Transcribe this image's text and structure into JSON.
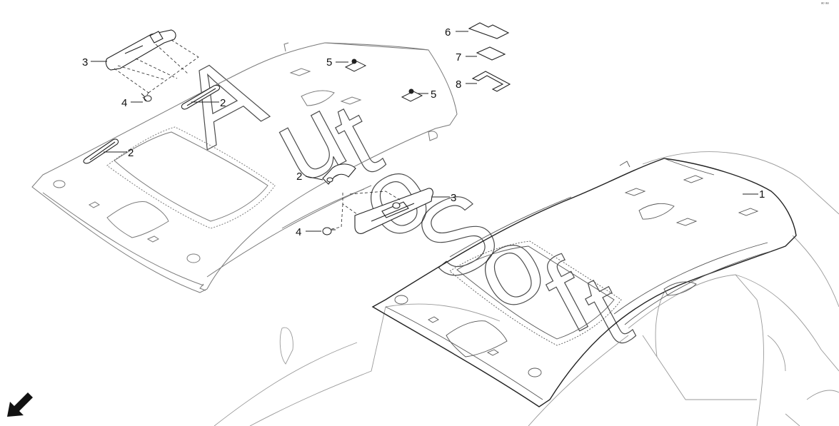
{
  "callouts": {
    "c1": "1",
    "c2a": "2",
    "c2b": "2",
    "c2c": "2",
    "c3a": "3",
    "c3b": "3",
    "c4a": "4",
    "c4b": "4",
    "c5a": "5",
    "c5b": "5",
    "c6": "6",
    "c7": "7",
    "c8": "8"
  },
  "corner_mark": "ᵃᵒ ᵃᵃ",
  "watermark": "AutoSoft",
  "colors": {
    "line": "#222222",
    "light_line": "#9a9a9a",
    "background": "#ffffff"
  },
  "icons": {
    "direction_arrow": "arrow-down-left-icon"
  }
}
